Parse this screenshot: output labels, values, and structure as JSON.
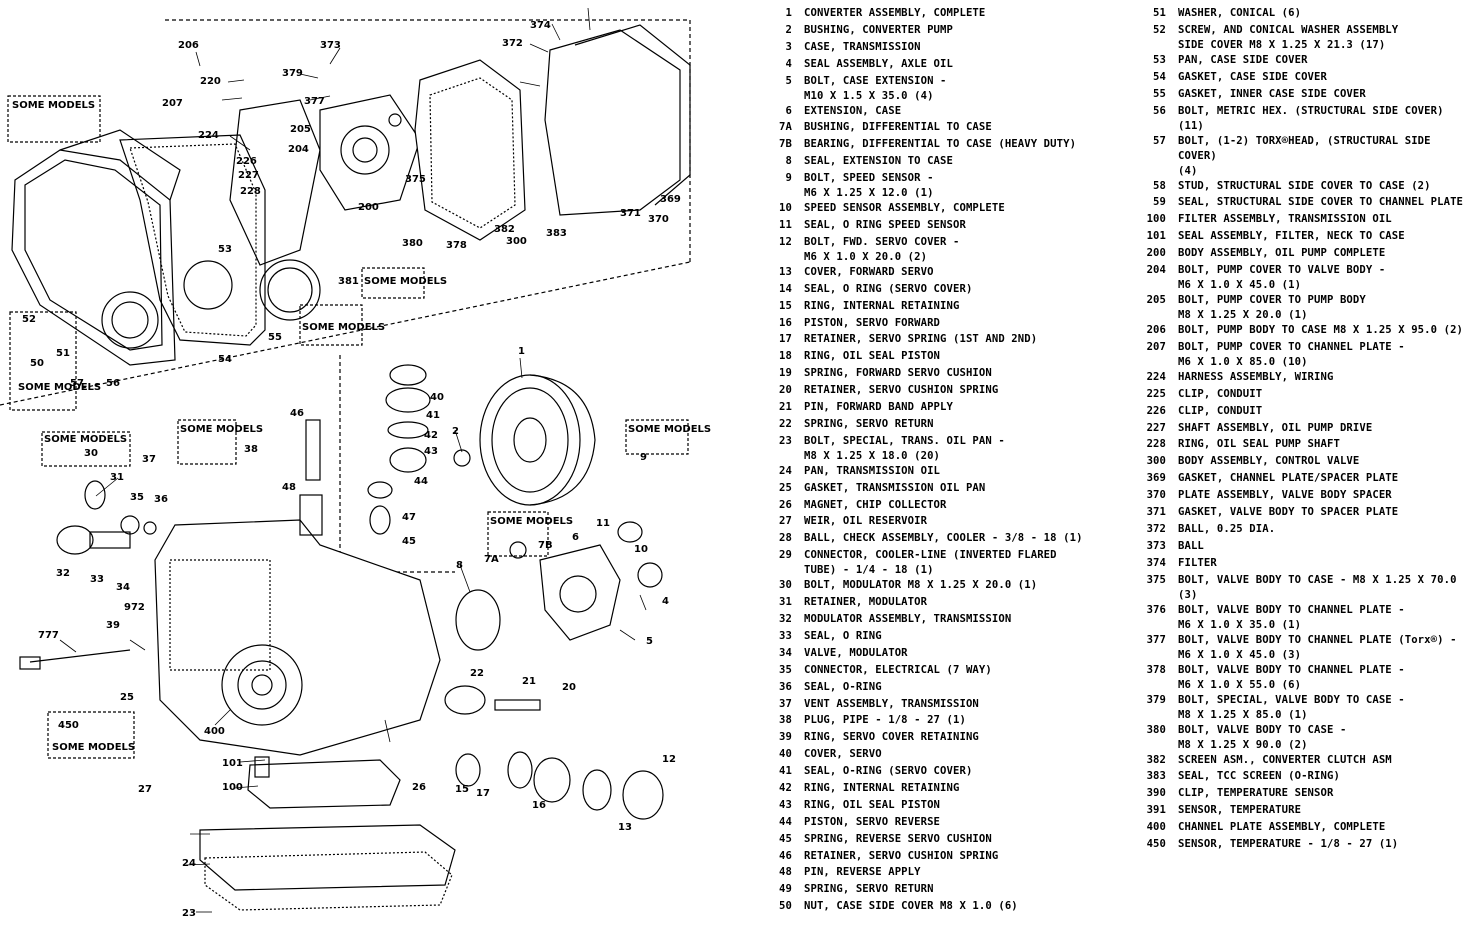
{
  "diagram": {
    "callouts": [
      "206",
      "220",
      "207",
      "373",
      "379",
      "377",
      "224",
      "205",
      "204",
      "226",
      "227",
      "228",
      "200",
      "375",
      "380",
      "381",
      "378",
      "382",
      "300",
      "374",
      "372",
      "369",
      "371",
      "370",
      "383",
      "52",
      "50",
      "51",
      "57",
      "55",
      "56",
      "53",
      "54",
      "1",
      "2",
      "4",
      "5",
      "6",
      "7A",
      "7B",
      "8",
      "9",
      "10",
      "11",
      "12",
      "13",
      "15",
      "16",
      "17",
      "20",
      "21",
      "22",
      "23",
      "24",
      "25",
      "26",
      "27",
      "30",
      "31",
      "32",
      "33",
      "34",
      "35",
      "36",
      "37",
      "38",
      "39",
      "40",
      "41",
      "42",
      "43",
      "44",
      "45",
      "46",
      "47",
      "48",
      "100",
      "101",
      "400",
      "450",
      "777",
      "972"
    ],
    "some_models_label": "SOME MODELS"
  },
  "legend_left": [
    {
      "num": "1",
      "desc": "CONVERTER ASSEMBLY, COMPLETE"
    },
    {
      "num": "2",
      "desc": "BUSHING, CONVERTER PUMP"
    },
    {
      "num": "3",
      "desc": "CASE, TRANSMISSION"
    },
    {
      "num": "4",
      "desc": "SEAL ASSEMBLY, AXLE OIL"
    },
    {
      "num": "5",
      "desc": "BOLT, CASE EXTENSION -\nM10 X 1.5 X 35.0 (4)"
    },
    {
      "num": "6",
      "desc": "EXTENSION, CASE"
    },
    {
      "num": "7A",
      "desc": "BUSHING, DIFFERENTIAL TO CASE"
    },
    {
      "num": "7B",
      "desc": "BEARING, DIFFERENTIAL TO CASE (HEAVY DUTY)"
    },
    {
      "num": "8",
      "desc": "SEAL, EXTENSION TO CASE"
    },
    {
      "num": "9",
      "desc": "BOLT, SPEED SENSOR -\nM6 X 1.25 X 12.0 (1)"
    },
    {
      "num": "10",
      "desc": "SPEED SENSOR ASSEMBLY, COMPLETE"
    },
    {
      "num": "11",
      "desc": "SEAL, O RING SPEED SENSOR"
    },
    {
      "num": "12",
      "desc": "BOLT, FWD. SERVO COVER -\nM6 X 1.0 X 20.0 (2)"
    },
    {
      "num": "13",
      "desc": "COVER, FORWARD SERVO"
    },
    {
      "num": "14",
      "desc": "SEAL, O RING (SERVO COVER)"
    },
    {
      "num": "15",
      "desc": "RING, INTERNAL RETAINING"
    },
    {
      "num": "16",
      "desc": "PISTON, SERVO FORWARD"
    },
    {
      "num": "17",
      "desc": "RETAINER, SERVO SPRING (1ST AND 2ND)"
    },
    {
      "num": "18",
      "desc": "RING, OIL SEAL PISTON"
    },
    {
      "num": "19",
      "desc": "SPRING, FORWARD SERVO CUSHION"
    },
    {
      "num": "20",
      "desc": "RETAINER, SERVO CUSHION SPRING"
    },
    {
      "num": "21",
      "desc": "PIN, FORWARD BAND APPLY"
    },
    {
      "num": "22",
      "desc": "SPRING, SERVO RETURN"
    },
    {
      "num": "23",
      "desc": "BOLT, SPECIAL, TRANS. OIL PAN -\nM8 X 1.25 X 18.0 (20)"
    },
    {
      "num": "24",
      "desc": "PAN, TRANSMISSION OIL"
    },
    {
      "num": "25",
      "desc": "GASKET, TRANSMISSION OIL PAN"
    },
    {
      "num": "26",
      "desc": "MAGNET, CHIP COLLECTOR"
    },
    {
      "num": "27",
      "desc": "WEIR, OIL RESERVOIR"
    },
    {
      "num": "28",
      "desc": "BALL, CHECK ASSEMBLY, COOLER - 3/8 - 18 (1)"
    },
    {
      "num": "29",
      "desc": "CONNECTOR, COOLER-LINE (INVERTED FLARED\nTUBE) - 1/4 - 18 (1)"
    },
    {
      "num": "30",
      "desc": "BOLT, MODULATOR  M8 X 1.25 X 20.0 (1)"
    },
    {
      "num": "31",
      "desc": "RETAINER, MODULATOR"
    },
    {
      "num": "32",
      "desc": "MODULATOR ASSEMBLY, TRANSMISSION"
    },
    {
      "num": "33",
      "desc": "SEAL, O RING"
    },
    {
      "num": "34",
      "desc": "VALVE, MODULATOR"
    },
    {
      "num": "35",
      "desc": "CONNECTOR, ELECTRICAL (7 WAY)"
    },
    {
      "num": "36",
      "desc": "SEAL, O-RING"
    },
    {
      "num": "37",
      "desc": "VENT ASSEMBLY, TRANSMISSION"
    },
    {
      "num": "38",
      "desc": "PLUG, PIPE - 1/8 - 27 (1)"
    },
    {
      "num": "39",
      "desc": "RING, SERVO COVER RETAINING"
    },
    {
      "num": "40",
      "desc": "COVER, SERVO"
    },
    {
      "num": "41",
      "desc": "SEAL, O-RING (SERVO COVER)"
    },
    {
      "num": "42",
      "desc": "RING, INTERNAL RETAINING"
    },
    {
      "num": "43",
      "desc": "RING, OIL SEAL PISTON"
    },
    {
      "num": "44",
      "desc": "PISTON, SERVO REVERSE"
    },
    {
      "num": "45",
      "desc": "SPRING, REVERSE SERVO CUSHION"
    },
    {
      "num": "46",
      "desc": "RETAINER, SERVO CUSHION SPRING"
    },
    {
      "num": "48",
      "desc": "PIN, REVERSE APPLY"
    },
    {
      "num": "49",
      "desc": "SPRING, SERVO RETURN"
    },
    {
      "num": "50",
      "desc": "NUT, CASE SIDE COVER  M8 X 1.0 (6)"
    }
  ],
  "legend_right": [
    {
      "num": "51",
      "desc": "WASHER, CONICAL (6)"
    },
    {
      "num": "52",
      "desc": "SCREW, AND CONICAL WASHER ASSEMBLY\nSIDE COVER M8 X 1.25 X 21.3 (17)"
    },
    {
      "num": "53",
      "desc": "PAN, CASE SIDE COVER"
    },
    {
      "num": "54",
      "desc": "GASKET, CASE SIDE COVER"
    },
    {
      "num": "55",
      "desc": "GASKET, INNER CASE SIDE COVER"
    },
    {
      "num": "56",
      "desc": "BOLT, METRIC HEX. (STRUCTURAL SIDE COVER) (11)"
    },
    {
      "num": "57",
      "desc": "BOLT, (1-2) TORX®HEAD, (STRUCTURAL SIDE COVER)\n(4)"
    },
    {
      "num": "58",
      "desc": "STUD, STRUCTURAL SIDE COVER TO CASE (2)"
    },
    {
      "num": "59",
      "desc": "SEAL, STRUCTURAL SIDE COVER TO CHANNEL PLATE"
    },
    {
      "num": "100",
      "desc": "FILTER ASSEMBLY, TRANSMISSION OIL"
    },
    {
      "num": "101",
      "desc": "SEAL ASSEMBLY, FILTER, NECK TO CASE"
    },
    {
      "num": "200",
      "desc": "BODY ASSEMBLY, OIL PUMP COMPLETE"
    },
    {
      "num": "204",
      "desc": "BOLT, PUMP COVER TO VALVE BODY -\nM6 X 1.0 X 45.0 (1)"
    },
    {
      "num": "205",
      "desc": "BOLT, PUMP COVER TO PUMP BODY\nM8 X 1.25 X 20.0 (1)"
    },
    {
      "num": "206",
      "desc": "BOLT, PUMP BODY TO CASE   M8 X 1.25 X 95.0 (2)"
    },
    {
      "num": "207",
      "desc": "BOLT, PUMP COVER TO CHANNEL PLATE -\nM6 X 1.0 X 85.0 (10)"
    },
    {
      "num": "224",
      "desc": "HARNESS ASSEMBLY, WIRING"
    },
    {
      "num": "225",
      "desc": "CLIP, CONDUIT"
    },
    {
      "num": "226",
      "desc": "CLIP, CONDUIT"
    },
    {
      "num": "227",
      "desc": "SHAFT ASSEMBLY, OIL PUMP DRIVE"
    },
    {
      "num": "228",
      "desc": "RING, OIL SEAL PUMP SHAFT"
    },
    {
      "num": "300",
      "desc": "BODY ASSEMBLY, CONTROL VALVE"
    },
    {
      "num": "369",
      "desc": "GASKET, CHANNEL PLATE/SPACER PLATE"
    },
    {
      "num": "370",
      "desc": "PLATE ASSEMBLY, VALVE BODY SPACER"
    },
    {
      "num": "371",
      "desc": "GASKET, VALVE BODY TO SPACER PLATE"
    },
    {
      "num": "372",
      "desc": "BALL, 0.25 DIA."
    },
    {
      "num": "373",
      "desc": "BALL"
    },
    {
      "num": "374",
      "desc": "FILTER"
    },
    {
      "num": "375",
      "desc": "BOLT, VALVE BODY TO CASE - M8 X 1.25 X 70.0 (3)"
    },
    {
      "num": "376",
      "desc": "BOLT, VALVE BODY TO CHANNEL PLATE -\nM6 X 1.0 X 35.0 (1)"
    },
    {
      "num": "377",
      "desc": "BOLT, VALVE BODY TO CHANNEL PLATE (Torx®) -\nM6 X 1.0 X 45.0 (3)"
    },
    {
      "num": "378",
      "desc": "BOLT, VALVE BODY TO CHANNEL PLATE -\nM6 X 1.0 X 55.0 (6)"
    },
    {
      "num": "379",
      "desc": "BOLT, SPECIAL, VALVE BODY TO CASE -\nM8 X 1.25 X 85.0 (1)"
    },
    {
      "num": "380",
      "desc": "BOLT, VALVE BODY TO CASE -\nM8 X 1.25 X 90.0 (2)"
    },
    {
      "num": "382",
      "desc": "SCREEN ASM., CONVERTER CLUTCH ASM"
    },
    {
      "num": "383",
      "desc": "SEAL, TCC SCREEN (O-RING)"
    },
    {
      "num": "390",
      "desc": "CLIP, TEMPERATURE SENSOR"
    },
    {
      "num": "391",
      "desc": "SENSOR, TEMPERATURE"
    },
    {
      "num": "400",
      "desc": "CHANNEL PLATE ASSEMBLY, COMPLETE"
    },
    {
      "num": "450",
      "desc": "SENSOR, TEMPERATURE - 1/8 - 27 (1)"
    }
  ]
}
